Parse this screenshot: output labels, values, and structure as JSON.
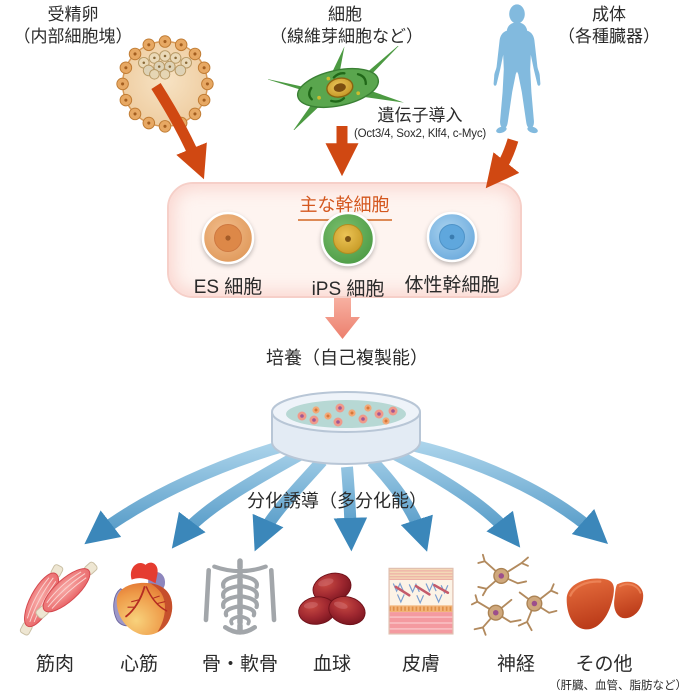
{
  "sources": {
    "fertilized_egg": {
      "label": "受精卵",
      "sublabel": "（内部細胞塊）"
    },
    "cell": {
      "label": "細胞",
      "sublabel": "（線維芽細胞など）"
    },
    "adult": {
      "label": "成体",
      "sublabel": "（各種臓器）"
    }
  },
  "gene_transfer": {
    "label": "遺伝子導入",
    "genes": "(Oct3/4, Sox2, Klf4, c-Myc)"
  },
  "stem_box": {
    "title": "主な幹細胞",
    "cells": [
      {
        "label": "ES 細胞",
        "color": "#eaa569"
      },
      {
        "label": "iPS 細胞",
        "color": "#55a24c"
      },
      {
        "label": "体性幹細胞",
        "color": "#7db9e6"
      }
    ]
  },
  "culture": {
    "label": "培養（自己複製能）"
  },
  "differentiation": {
    "label": "分化誘導（多分化能）"
  },
  "organs": [
    {
      "label": "筋肉"
    },
    {
      "label": "心筋"
    },
    {
      "label": "骨・軟骨"
    },
    {
      "label": "血球"
    },
    {
      "label": "皮膚"
    },
    {
      "label": "神経"
    },
    {
      "label": "その他",
      "sublabel": "（肝臓、血管、脂肪など）"
    }
  ],
  "palette": {
    "orange_arrow": "#d04812",
    "salmon_arrow": "#f0897a",
    "blue_arrow": "#4a93c4",
    "box_border": "#f6cfc8",
    "box_title": "#d4571e"
  },
  "icons": [
    "blastocyst-illustration",
    "fibroblast-illustration",
    "human-silhouette",
    "es-cell-icon",
    "ips-cell-icon",
    "somatic-cell-icon",
    "petri-dish-illustration",
    "muscle-icon",
    "heart-icon",
    "skeleton-icon",
    "blood-cells-icon",
    "skin-icon",
    "neuron-icon",
    "liver-icon"
  ]
}
